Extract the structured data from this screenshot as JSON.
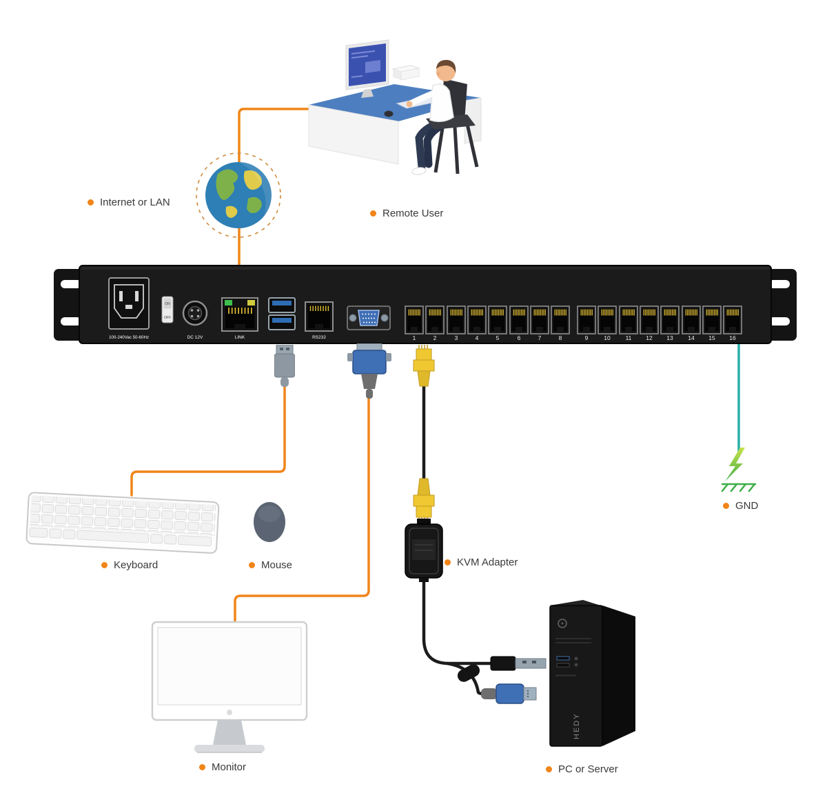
{
  "labels": {
    "internet_or_lan": "Internet or LAN",
    "remote_user": "Remote User",
    "keyboard": "Keyboard",
    "mouse": "Mouse",
    "monitor": "Monitor",
    "kvm_adapter": "KVM Adapter",
    "pc_or_server": "PC or Server",
    "gnd": "GND"
  },
  "device": {
    "power_label": "100-240Vac 50-60Hz",
    "on_label": "ON",
    "off_label": "OFF",
    "dc_label": "DC 12V",
    "link_label": "LINK",
    "rs232_label": "RS232",
    "ports": [
      "1",
      "2",
      "3",
      "4",
      "5",
      "6",
      "7",
      "8",
      "9",
      "10",
      "11",
      "12",
      "13",
      "14",
      "15",
      "16"
    ]
  },
  "pc": {
    "brand_label": "HEDY"
  },
  "colors": {
    "accent_orange": "#F08519",
    "cable_black": "#1C1C1C",
    "cable_teal": "#2BAFA8",
    "ground_green": "#3FAE49",
    "connector_yellow": "#EFC832",
    "vga_blue": "#3F6FB5",
    "device_black": "#1B1B1B"
  }
}
